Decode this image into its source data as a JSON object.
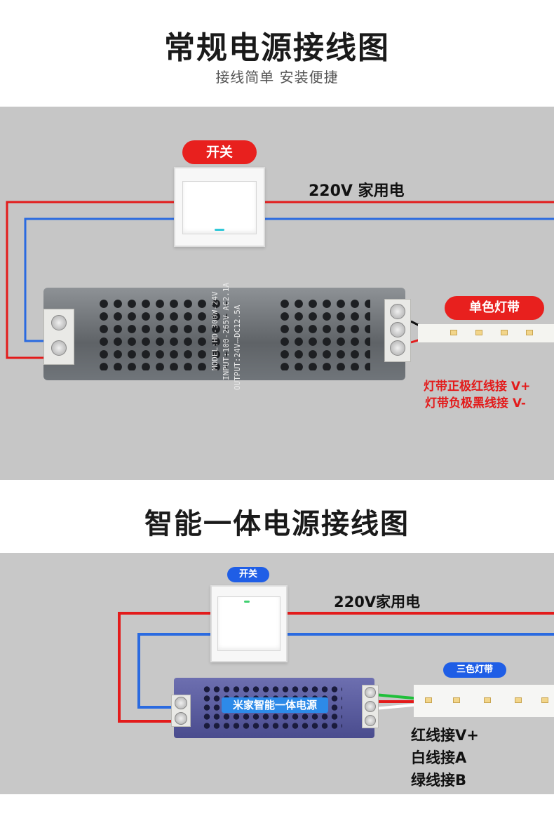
{
  "section1": {
    "title": "常规电源接线图",
    "subtitle": "接线简单 安装便捷",
    "switch_label": "开关",
    "mains_label": "220V 家用电",
    "strip_label": "单色灯带",
    "psu_model_lines": [
      "MODEL:HD-300W-24V",
      "INPUT:100-265V AC2.1A",
      "OUTPUT:24V⎓DC12.5A"
    ],
    "notes": [
      "灯带正极红线接  V+",
      "灯带负极黑线接  V-"
    ]
  },
  "section2": {
    "title": "智能一体电源接线图",
    "switch_label": "开关",
    "mains_label": "220V家用电",
    "strip_label": "三色灯带",
    "psu_label": "米家智能一体电源",
    "notes": [
      "红线接V+",
      "白线接A",
      "绿线接B"
    ]
  },
  "colors": {
    "red_wire": "#e31b1b",
    "blue_wire": "#2a6ae0",
    "green_wire": "#1fbf3a",
    "white_wire": "#ffffff",
    "panel_bg": "#c6c6c6",
    "pill_red": "#e8201e",
    "pill_blue": "#1f5ee6"
  }
}
